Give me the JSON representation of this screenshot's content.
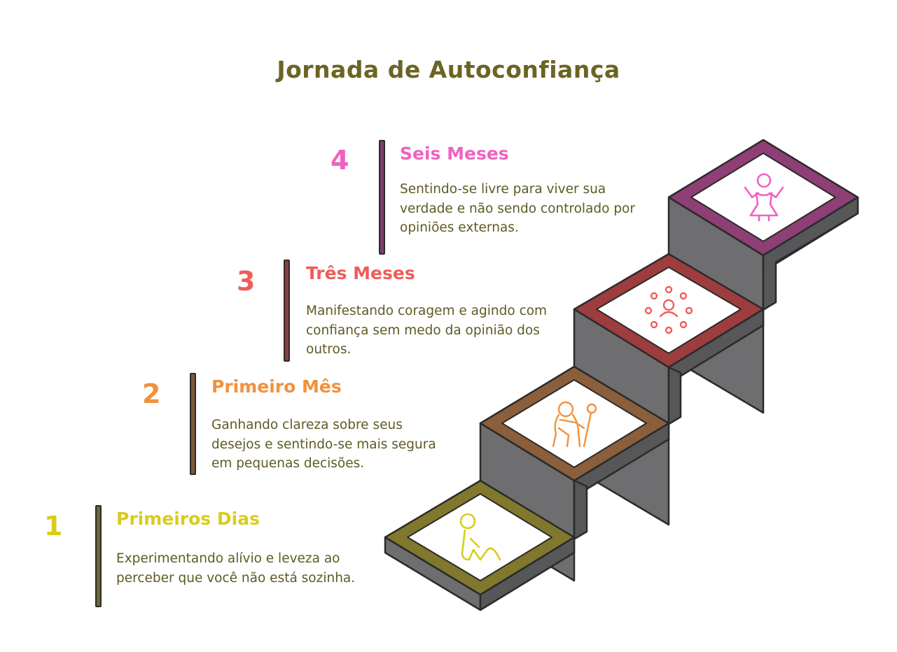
{
  "title": "Jornada de Autoconfiança",
  "steps": [
    {
      "number": "1",
      "title": "Primeiros Dias",
      "description": "Experimentando alívio e leveza ao perceber que você não está sozinha.",
      "color": "#d8cc1e",
      "bar_color": "#6b6a2e",
      "frame_color": "#80782c",
      "icon": "sitting-person-icon"
    },
    {
      "number": "2",
      "title": "Primeiro Mês",
      "description": "Ganhando clareza sobre seus desejos e sentindo-se mais segura em pequenas decisões.",
      "color": "#f2913d",
      "bar_color": "#7b5a3a",
      "frame_color": "#8b5e3c",
      "icon": "wanderer-with-staff-icon"
    },
    {
      "number": "3",
      "title": "Três Meses",
      "description": "Manifestando coragem e agindo com confiança sem medo da opinião dos outros.",
      "color": "#ef5d58",
      "bar_color": "#8b3f3d",
      "frame_color": "#9d3d3e",
      "icon": "person-surrounded-icon"
    },
    {
      "number": "4",
      "title": "Seis Meses",
      "description": "Sentindo-se livre para viver sua verdade e não sendo controlado por opiniões externas.",
      "color": "#f062c0",
      "bar_color": "#7c3f6c",
      "frame_color": "#8e3f75",
      "icon": "celebrating-person-icon"
    }
  ]
}
